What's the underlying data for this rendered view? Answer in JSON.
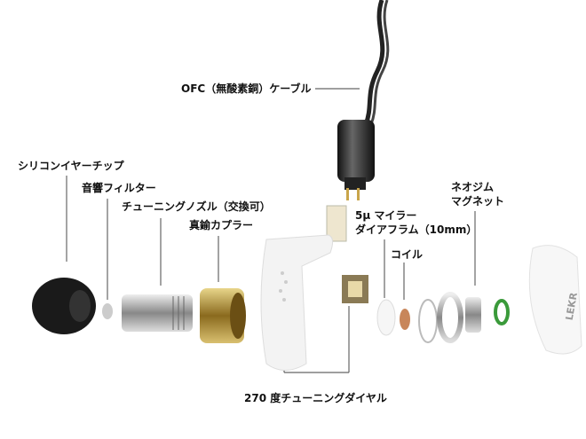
{
  "labels": {
    "cable": "OFC（無酸素銅）ケーブル",
    "ear_tip": "シリコンイヤーチップ",
    "filter": "音響フィルター",
    "nozzle": "チューニングノズル（交換可）",
    "coupler": "真鍮カプラー",
    "diaphragm_line1": "5μ マイラー",
    "diaphragm_line2": "ダイアフラム（10mm）",
    "coil": "コイル",
    "magnet_line1": "ネオジム",
    "magnet_line2": "マグネット",
    "dial": "270 度チューニングダイヤル"
  },
  "logo_text": "LEKR",
  "colors": {
    "line": "#555555",
    "shell": "#f2f2f2",
    "brass": "#b8962e",
    "green": "#3a9a3a"
  }
}
